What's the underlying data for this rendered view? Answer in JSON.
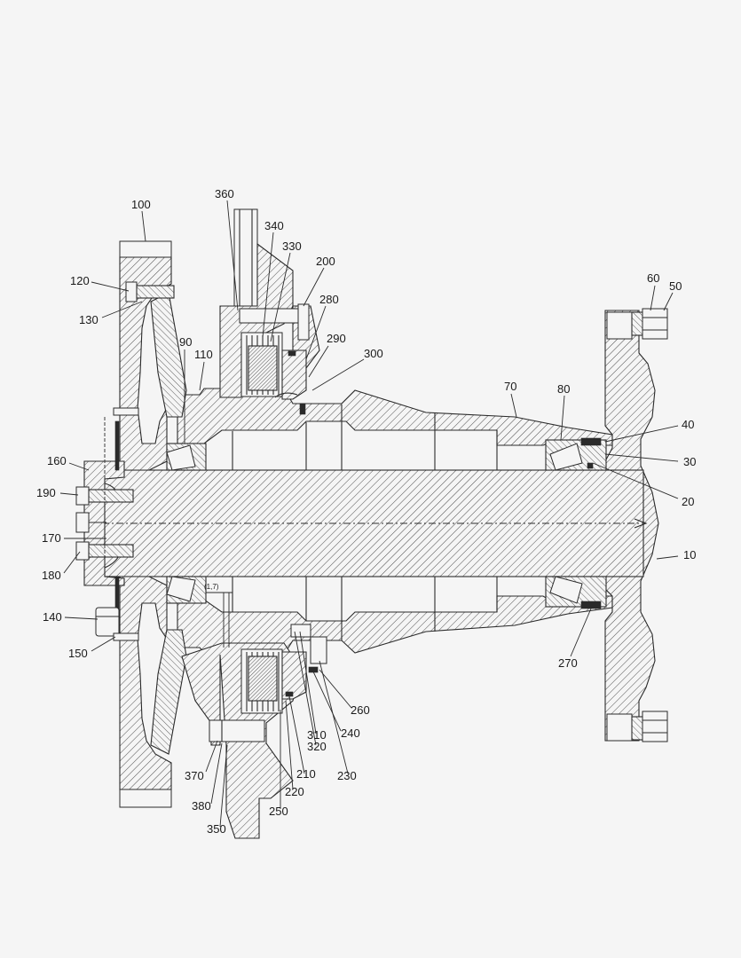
{
  "drawing": {
    "dimension_note": "(1,7)",
    "callouts": [
      {
        "id": "c100",
        "text": "100"
      },
      {
        "id": "c120",
        "text": "120"
      },
      {
        "id": "c130",
        "text": "130"
      },
      {
        "id": "c90",
        "text": "90"
      },
      {
        "id": "c110",
        "text": "110"
      },
      {
        "id": "c160",
        "text": "160"
      },
      {
        "id": "c190",
        "text": "190"
      },
      {
        "id": "c170",
        "text": "170"
      },
      {
        "id": "c180",
        "text": "180"
      },
      {
        "id": "c140",
        "text": "140"
      },
      {
        "id": "c150",
        "text": "150"
      },
      {
        "id": "c360",
        "text": "360"
      },
      {
        "id": "c340",
        "text": "340"
      },
      {
        "id": "c330",
        "text": "330"
      },
      {
        "id": "c200",
        "text": "200"
      },
      {
        "id": "c280",
        "text": "280"
      },
      {
        "id": "c290",
        "text": "290"
      },
      {
        "id": "c300",
        "text": "300"
      },
      {
        "id": "c70",
        "text": "70"
      },
      {
        "id": "c80",
        "text": "80"
      },
      {
        "id": "c60",
        "text": "60"
      },
      {
        "id": "c50",
        "text": "50"
      },
      {
        "id": "c40",
        "text": "40"
      },
      {
        "id": "c30",
        "text": "30"
      },
      {
        "id": "c20",
        "text": "20"
      },
      {
        "id": "c10",
        "text": "10"
      },
      {
        "id": "c270",
        "text": "270"
      },
      {
        "id": "c260",
        "text": "260"
      },
      {
        "id": "c240",
        "text": "240"
      },
      {
        "id": "c230",
        "text": "230"
      },
      {
        "id": "c310",
        "text": "310"
      },
      {
        "id": "c320",
        "text": "320"
      },
      {
        "id": "c210",
        "text": "210"
      },
      {
        "id": "c220",
        "text": "220"
      },
      {
        "id": "c250",
        "text": "250"
      },
      {
        "id": "c370",
        "text": "370"
      },
      {
        "id": "c380",
        "text": "380"
      },
      {
        "id": "c350",
        "text": "350"
      }
    ]
  }
}
